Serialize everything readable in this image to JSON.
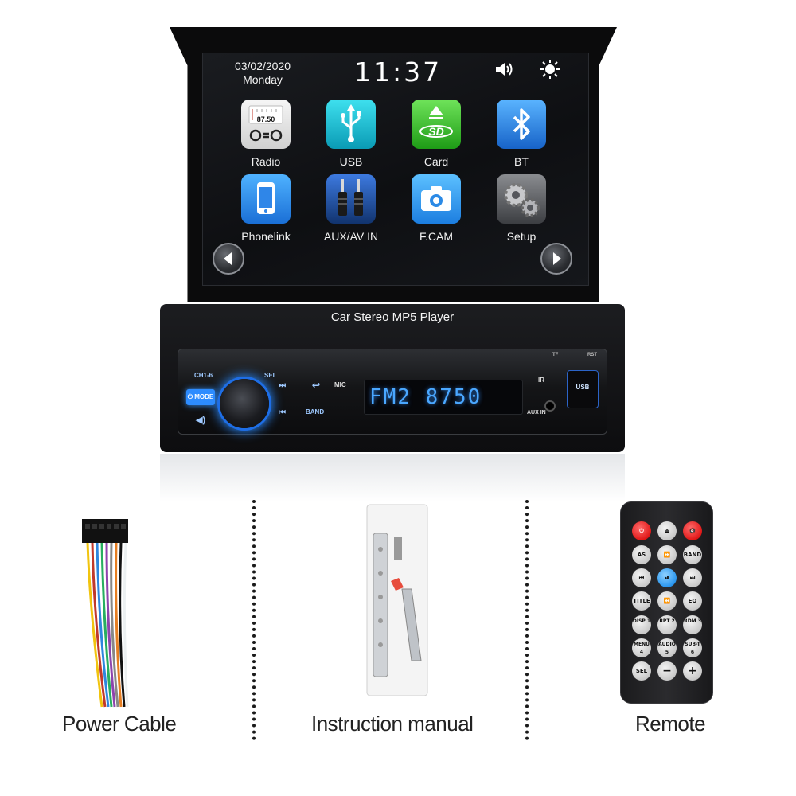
{
  "screen": {
    "date": "03/02/2020",
    "day": "Monday",
    "time": "11:37",
    "volume_icon": "speaker-icon",
    "brightness_icon": "sun-icon",
    "apps": [
      {
        "label": "Radio",
        "icon": "radio-icon",
        "freq": "87.50"
      },
      {
        "label": "USB",
        "icon": "usb-icon"
      },
      {
        "label": "Card",
        "icon": "sd-card-icon",
        "card_text": "SD"
      },
      {
        "label": "BT",
        "icon": "bluetooth-icon"
      },
      {
        "label": "Phonelink",
        "icon": "phone-icon"
      },
      {
        "label": "AUX/AV IN",
        "icon": "aux-cable-icon"
      },
      {
        "label": "F.CAM",
        "icon": "camera-icon"
      },
      {
        "label": "Setup",
        "icon": "gear-icon"
      }
    ],
    "nav": {
      "prev": "chevron-left-icon",
      "next": "chevron-right-icon"
    }
  },
  "unit": {
    "title": "Car Stereo MP5 Player",
    "lcd_text": "FM2 8750",
    "mode_label": "⏻ MODE",
    "sel_label": "SEL",
    "mic_label": "MIC",
    "band_label": "BAND",
    "ch_label": "CH1-6",
    "aux_label": "AUX IN",
    "usb_label": "USB",
    "ir_label": "IR",
    "tf_label": "TF",
    "rst_label": "RST"
  },
  "accessories": [
    {
      "label": "Power Cable"
    },
    {
      "label": "Instruction manual"
    },
    {
      "label": "Remote"
    }
  ],
  "remote": {
    "buttons": [
      {
        "label": "⏻",
        "style": "red"
      },
      {
        "label": "⏏",
        "style": ""
      },
      {
        "label": "🔇",
        "style": "red"
      },
      {
        "label": "AS",
        "style": ""
      },
      {
        "label": "⏩",
        "style": ""
      },
      {
        "label": "BAND",
        "style": ""
      },
      {
        "label": "⏮",
        "style": ""
      },
      {
        "label": "⏯",
        "style": "blue"
      },
      {
        "label": "⏭",
        "style": ""
      },
      {
        "label": "TITLE",
        "style": ""
      },
      {
        "label": "⏪",
        "style": ""
      },
      {
        "label": "EQ",
        "style": ""
      },
      {
        "label": "DISP 1",
        "style": "num"
      },
      {
        "label": "RPT 2",
        "style": "num"
      },
      {
        "label": "RDM 3",
        "style": "num"
      },
      {
        "label": "MENU 4",
        "style": "num"
      },
      {
        "label": "AUDIO 5",
        "style": "num"
      },
      {
        "label": "SUB-T 6",
        "style": "num"
      },
      {
        "label": "SEL",
        "style": ""
      },
      {
        "label": "−",
        "style": ""
      },
      {
        "label": "+",
        "style": ""
      }
    ]
  },
  "colors": {
    "accent_blue": "#2d8cff",
    "lcd_blue": "#4aa7ff",
    "remote_red": "#e01818"
  }
}
